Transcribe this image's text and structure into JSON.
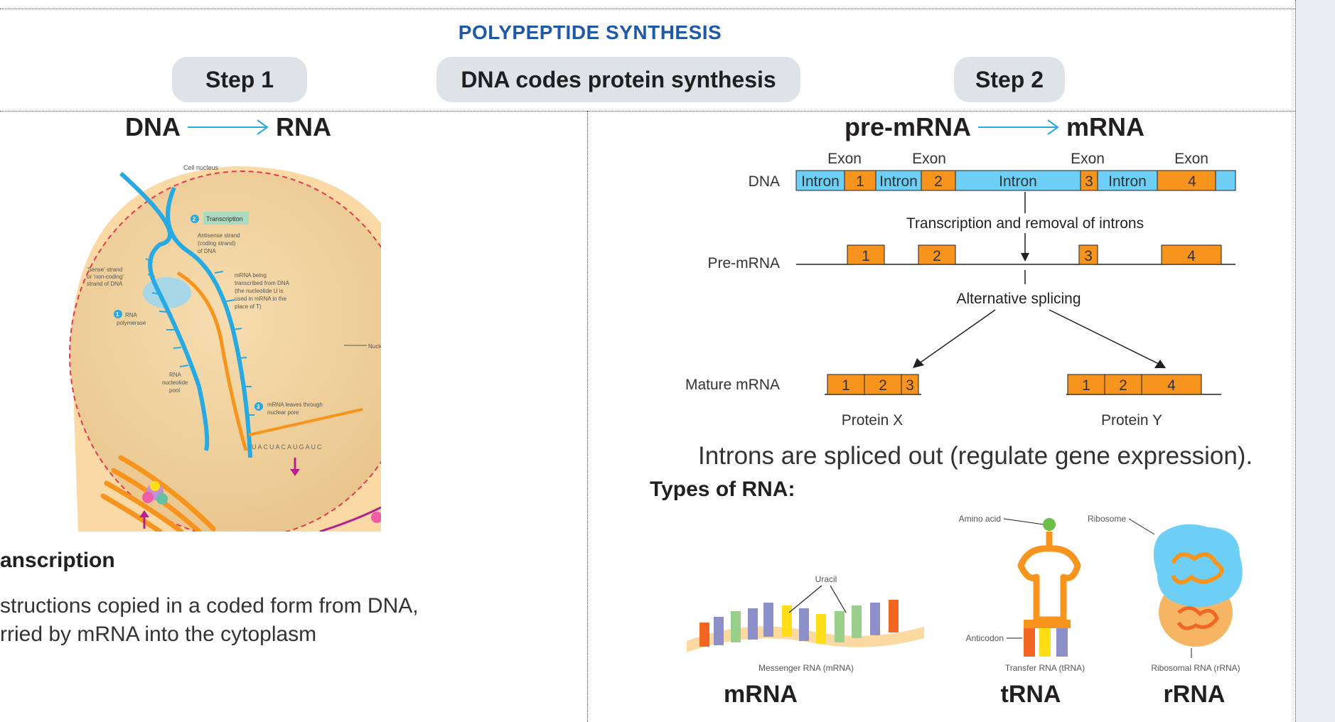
{
  "title": "POLYPEPTIDE SYNTHESIS",
  "pills": {
    "step1": "Step 1",
    "center": "DNA codes protein synthesis",
    "step2": "Step 2"
  },
  "left": {
    "flow_from": "DNA",
    "flow_to": "RNA",
    "figure_labels": {
      "nucleus": "Cell nucleus",
      "transcription_num": "2",
      "transcription": "Transcription",
      "antisense1": "Antisense strand",
      "antisense2": "(coding strand)",
      "antisense3": "of DNA",
      "sense1": "'Sense' strand",
      "sense2": "or 'non-coding'",
      "sense3": "strand of DNA",
      "mrna1": "mRNA being",
      "mrna2": "transcribed from DNA",
      "mrna3": "(the nucleotide U is",
      "mrna4": "used in mRNA in the",
      "mrna5": "place of T)",
      "poly_num": "1",
      "poly1": "RNA",
      "poly2": "polymerase",
      "nucl1": "RNA",
      "nucl2": "nucleotide",
      "nucl3": "pool",
      "pore_num": "3",
      "pore1": "mRNA leaves through",
      "pore2": "nuclear pore",
      "nucle": "Nucle",
      "seq": "UACUACAUGAUC"
    },
    "heading": "anscription",
    "body_line1": "structions copied in a coded form from DNA,",
    "body_line2": "rried by mRNA into the cytoplasm"
  },
  "right": {
    "flow_from": "pre-mRNA",
    "flow_to": "mRNA",
    "exon_labels": [
      "Exon",
      "Exon",
      "Exon",
      "Exon"
    ],
    "dna_label": "DNA",
    "dna_segments": [
      "Intron",
      "1",
      "Intron",
      "2",
      "Intron",
      "3",
      "Intron",
      "4"
    ],
    "step_transcription": "Transcription and removal of introns",
    "premrna_label": "Pre-mRNA",
    "premrna_segments": [
      "1",
      "2",
      "3",
      "4"
    ],
    "step_splicing": "Alternative splicing",
    "mature_label": "Mature mRNA",
    "mature_x": [
      "1",
      "2",
      "3"
    ],
    "mature_y": [
      "1",
      "2",
      "4"
    ],
    "protein_x": "Protein X",
    "protein_y": "Protein Y",
    "caption": "Introns are spliced out (regulate gene expression).",
    "types_heading": "Types of RNA:",
    "rna_types": {
      "uracil": "Uracil",
      "mrna_caption": "Messenger RNA  (mRNA)",
      "mrna_name": "mRNA",
      "amino": "Amino acid",
      "anticodon": "Anticodon",
      "trna_caption": "Transfer RNA  (tRNA)",
      "trna_name": "tRNA",
      "ribosome": "Ribosome",
      "rrna_caption": "Ribosomal RNA  (rRNA)",
      "rrna_name": "rRNA"
    }
  },
  "colors": {
    "exon": "#f7941d",
    "intron": "#6dcff6",
    "title": "#1f58a8",
    "pill": "#dde3e7",
    "dna": "#27aae1"
  }
}
